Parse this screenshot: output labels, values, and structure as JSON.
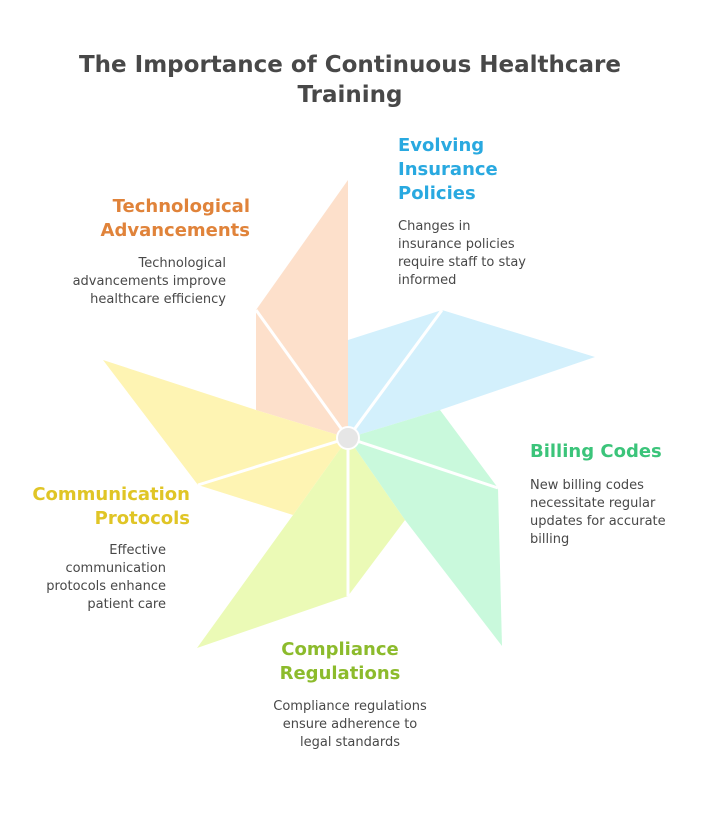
{
  "title": "The Importance of Continuous Healthcare Training",
  "colors": {
    "insurance": "#29a9e0",
    "billing": "#3bc47a",
    "compliance": "#8cbb2c",
    "communication": "#e0c526",
    "technology": "#e0833a",
    "text": "#484848",
    "hub": "#e6e6e6"
  },
  "sections": [
    {
      "id": "insurance",
      "heading": "Evolving Insurance Policies",
      "description": "Changes in insurance policies require staff to stay informed"
    },
    {
      "id": "billing",
      "heading": "Billing Codes",
      "description": "New billing codes necessitate regular updates for accurate billing"
    },
    {
      "id": "compliance",
      "heading": "Compliance Regulations",
      "description": "Compliance regulations ensure adherence to legal standards"
    },
    {
      "id": "communication",
      "heading": "Communication Protocols",
      "description": "Effective communication protocols enhance patient care"
    },
    {
      "id": "technology",
      "heading": "Technological Advancements",
      "description": "Technological advancements improve healthcare efficiency"
    }
  ]
}
